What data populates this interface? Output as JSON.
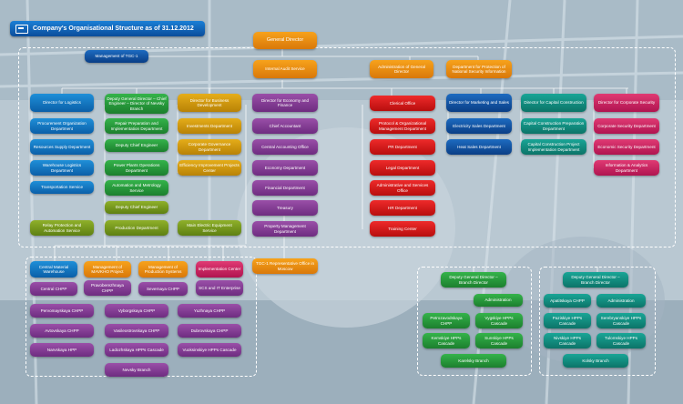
{
  "title": "Company's Organisational Structure as of 31.12.2012",
  "icons": {
    "title_icon": "org-chart-icon"
  },
  "colors": {
    "blue": "#1f8fd8",
    "green": "#34b34a",
    "orange": "#f7a21b",
    "purple": "#9a4fa8",
    "red": "#ee2a2a",
    "pink": "#e03a73",
    "teal": "#19a596",
    "olive": "#8fb02a"
  },
  "boxes": {
    "general_director": "General Director",
    "management_tgc1": "Management of TGC-1",
    "internal_audit": "Internal Audit Service",
    "admin_general_director": "Administration of General Director",
    "dept_protection": "Department for Protection of National Security Information",
    "director_logistics": "Director for Logistics",
    "procurement": "Procurement Organization Department",
    "resources_supply": "Resources Supply Department",
    "warehouse": "Warehouse Logistics Department",
    "transportation": "Transportation Service",
    "deputy_chief_engineer_branch": "Deputy General Director – Chief Engineer – Director of Nevsky Branch",
    "repair_prep": "Repair Preparation and Implementation Department",
    "deputy_chief_engineer": "Deputy Chief Engineer",
    "power_plants_ops": "Power Plants Operations Department",
    "automation_metrology": "Automation and Metrology Service",
    "deputy_chief_engineer_2": "Deputy Chief Engineer",
    "relay_protection": "Relay Protection and Automation Service",
    "production_dept": "Production Department",
    "main_electric": "Main Electric Equipment Service",
    "director_business_dev": "Director for Business Development",
    "investments": "Investments Department",
    "corporate_governance": "Corporate Governance Department",
    "efficiency_projects": "Efficiency Improvement Projects Center",
    "director_economy": "Director for Economy and Finance",
    "chief_accountant": "Chief Accountant",
    "central_accounting": "Central Accounting Office",
    "economy_dept": "Economy Department",
    "financial_dept": "Financial Department",
    "treasury": "Treasury",
    "property_mgmt": "Property Management Department",
    "clerical_office": "Clerical Office",
    "protocol_org": "Protocol & Organizational Management Department",
    "pr_dept": "PR Department",
    "legal_dept": "Legal Department",
    "admin_services": "Administrative and Services Office",
    "hr_dept": "HR Department",
    "training_center": "Training Center",
    "director_marketing": "Director for Marketing and Sales",
    "electricity_sales": "Electricity Sales Department",
    "heat_sales": "Heat Sales Department",
    "director_capital": "Director for Capital Construction",
    "capital_prep": "Capital Construction Preparation Department",
    "capital_impl": "Capital Construction Project Implementation Department",
    "director_security": "Director for Corporate Security",
    "corporate_security": "Corporate Security Department",
    "economic_security": "Economic Security Department",
    "info_analytics": "Information & Analytics Department",
    "central_material": "Central Material Warehouse",
    "central_chpp": "Central CHPP",
    "pervomayskaya": "Pervomayskaya CHPP",
    "avtovskaya": "Avtovskaya CHPP",
    "narvskaya": "Narvskaya HPP",
    "mgmt_mavkho": "Management of MAVKHO Project",
    "pravoberezhnaya": "Pravoberezhnaya CHPP",
    "vyborgskaya": "Vyborgskaya CHPP",
    "vasileostrovskaya": "Vasileostrovskaya CHPP",
    "ladozhskaya": "Ladozhskaya HPPs Cascade",
    "nevsky_branch": "Nevsky Branch",
    "mgmt_production": "Management of Production Systems",
    "severnaya": "Severnaya CHPP",
    "yuzhnaya": "Yuzhnaya CHPP",
    "dubrovskaya": "Dubrovskaya CHPP",
    "vuoksinskiye": "Vuoksinskiye HPPs Cascade",
    "implementation_center": "Implementation Center",
    "scs_it": "SCS and IT Enterprise",
    "tgc1_moscow": "TGC-1 Representative Office in Moscow",
    "deputy_karelsky": "Deputy General Director – Branch Director",
    "karelsky_admin": "Administration",
    "petrozavodskaya": "Petrozavodskaya CHPP",
    "vygskiye": "Vygskiye HPPs Cascade",
    "kemskiye": "Kemskiye HPPs Cascade",
    "sunskiye": "Sunskiye HPPs Cascade",
    "karelsky_branch": "Karelsky Branch",
    "deputy_kolsky": "Deputy General Director – Branch Director",
    "apatitskaya": "Apatitskaya CHPP",
    "kolsky_admin": "Administration",
    "paziskiye": "Paziskiye HPPs Cascade",
    "serebryanskiye": "Serebryanskiye HPPs Cascade",
    "niva": "Nivskiye HPPs Cascade",
    "tuloma": "Tulomskiye HPPs Cascade",
    "kolsky_branch": "Kolsky Branch"
  }
}
